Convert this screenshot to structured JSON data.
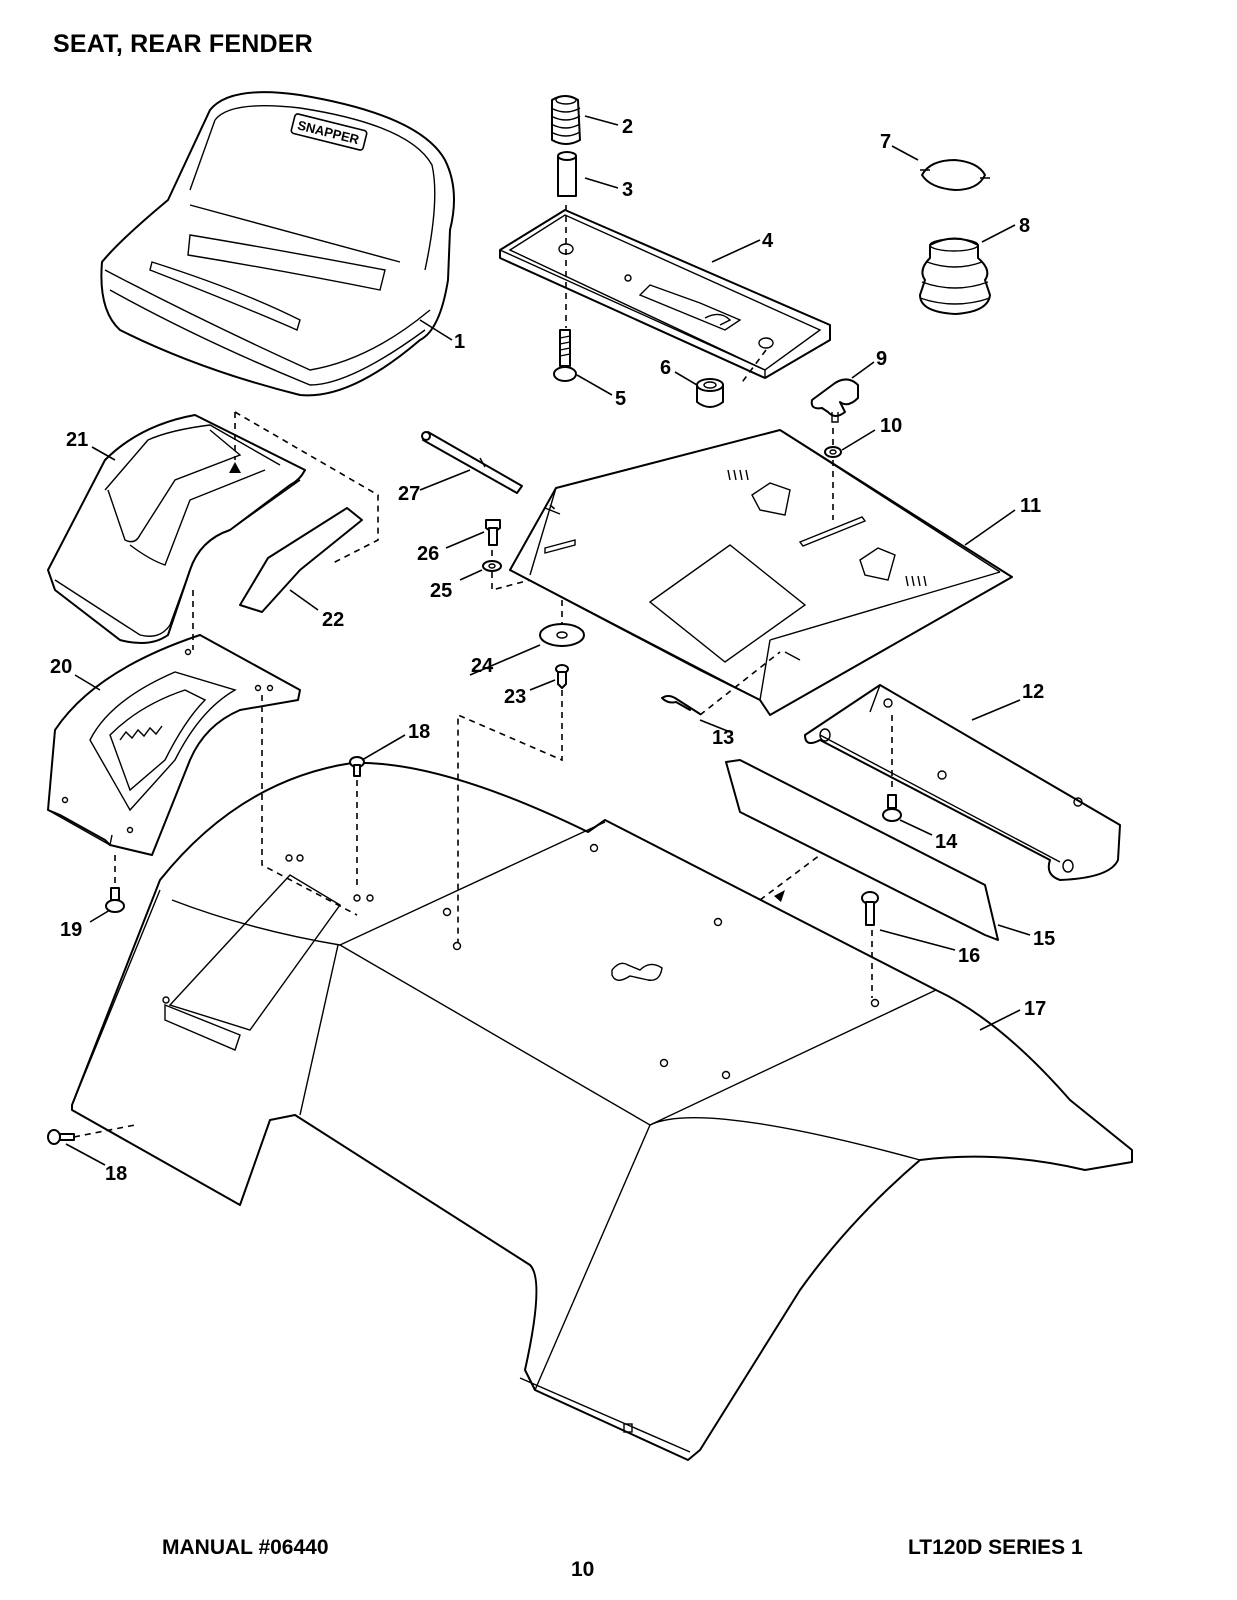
{
  "page": {
    "title": "SEAT, REAR FENDER",
    "manual": "MANUAL #06440",
    "model": "LT120D SERIES 1",
    "page_number": "10"
  },
  "diagram": {
    "brand_logo": "SNAPPER",
    "callouts": {
      "c1": "1",
      "c2": "2",
      "c3": "3",
      "c4": "4",
      "c5": "5",
      "c6": "6",
      "c7": "7",
      "c8": "8",
      "c9": "9",
      "c10": "10",
      "c11": "11",
      "c12": "12",
      "c13": "13",
      "c14": "14",
      "c15": "15",
      "c16": "16",
      "c17": "17",
      "c18a": "18",
      "c18b": "18",
      "c19": "19",
      "c20": "20",
      "c21": "21",
      "c22": "22",
      "c23": "23",
      "c24": "24",
      "c25": "25",
      "c26": "26",
      "c27": "27"
    }
  }
}
